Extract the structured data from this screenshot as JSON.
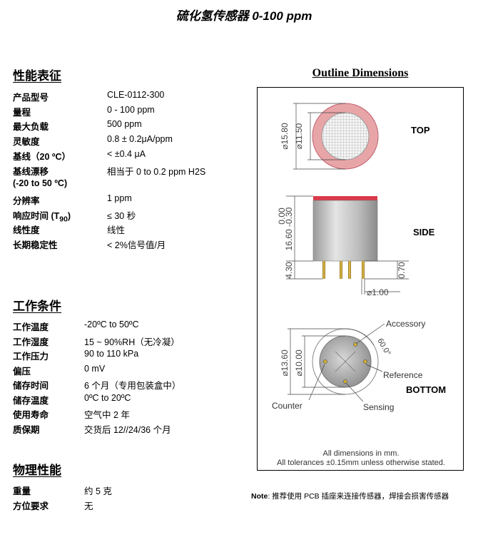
{
  "title": "硫化氢传感器 0-100 ppm",
  "sections": {
    "performance": {
      "heading": "性能表征",
      "rows": [
        {
          "k": "产品型号",
          "v": "CLE-0112-300"
        },
        {
          "k": "量程",
          "v": "0 - 100 ppm"
        },
        {
          "k": "最大负载",
          "v": "500 ppm"
        },
        {
          "k": "灵敏度",
          "v": "0.8 ± 0.2μA/ppm"
        },
        {
          "k": "基线（20 ºC）",
          "v": "< ±0.4 μA"
        },
        {
          "k": "基线漂移",
          "v": "相当于 0 to 0.2 ppm H2S"
        },
        {
          "k": "(-20 to 50 ºC)",
          "v": ""
        },
        {
          "k": "分辨率",
          "v": "1 ppm"
        },
        {
          "k": "响应时间 (T",
          "k_sub": "90",
          "k_tail": ")",
          "v": "≤ 30 秒"
        },
        {
          "k": "线性度",
          "v": "线性"
        },
        {
          "k": "长期稳定性",
          "v": "< 2%信号值/月"
        }
      ]
    },
    "conditions": {
      "heading": "工作条件",
      "rows": [
        {
          "k": "工作温度",
          "v": "-20ºC to 50ºC"
        },
        {
          "k": "工作湿度",
          "v": "15 ~ 90%RH（无冷凝）"
        },
        {
          "k": "工作压力",
          "v": "90 to 110 kPa"
        },
        {
          "k": "偏压",
          "v": "0 mV"
        },
        {
          "k": "储存时间",
          "v": "6 个月（专用包装盒中）"
        },
        {
          "k": "储存温度",
          "v": "0ºC to 20ºC"
        },
        {
          "k": "使用寿命",
          "v": "空气中 2 年"
        },
        {
          "k": "质保期",
          "v": "交货后 12//24/36 个月"
        }
      ]
    },
    "physical": {
      "heading": "物理性能",
      "rows": [
        {
          "k": "重量",
          "v": "约 5 克"
        },
        {
          "k": "方位要求",
          "v": "无"
        }
      ]
    }
  },
  "outline": {
    "title": "Outline Dimensions",
    "top_label": "TOP",
    "side_label": "SIDE",
    "bottom_label": "BOTTOM",
    "dim_top_outer": "⌀15.80",
    "dim_top_inner": "⌀11.50",
    "dim_side_a": "0.00",
    "dim_side_b": "16.60 -0.30",
    "dim_side_c": "4.30",
    "dim_side_d": "0.70",
    "dim_pin": "⌀1.00",
    "dim_bottom_outer": "⌀13.60",
    "dim_bottom_inner": "⌀10.00",
    "angle": "60.0°",
    "accessory": "Accessory",
    "reference": "Reference",
    "counter": "Counter",
    "sensing": "Sensing",
    "footnote_1": "All dimensions in mm.",
    "footnote_2": "All tolerances ±0.15mm unless otherwise stated."
  },
  "note": {
    "label": "Note",
    "text": ": 推荐使用 PCB 插座来连接传感器，焊接会损害传感器"
  },
  "colors": {
    "cap_pink": "#e8a5a8",
    "cap_red": "#d93a4a",
    "body_gray": "#c9c9c9",
    "line": "#444444"
  }
}
